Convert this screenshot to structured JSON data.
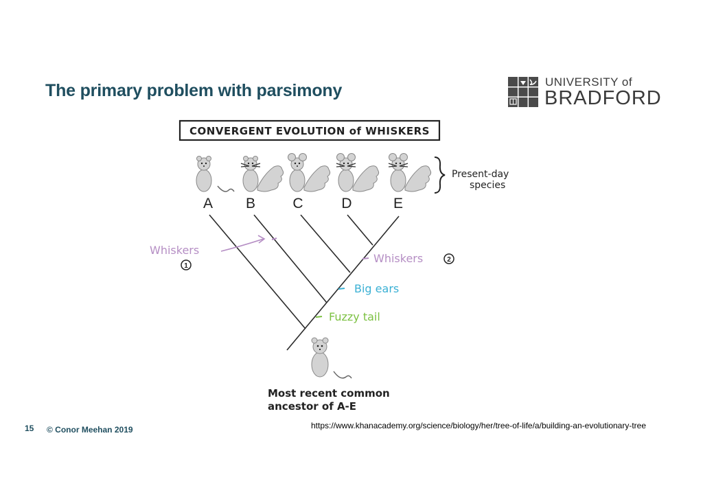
{
  "slide": {
    "title": "The primary problem with parsimony",
    "page_number": "15",
    "copyright": "© Conor Meehan 2019",
    "source_url": "https://www.khanacademy.org/science/biology/her/tree-of-life/a/building-an-evolutionary-tree"
  },
  "logo": {
    "line1": "UNIVERSITY of",
    "line2": "BRADFORD"
  },
  "diagram": {
    "heading": "CONVERGENT EVOLUTION of WHISKERS",
    "present_day_label_1": "Present-day",
    "present_day_label_2": "species",
    "species": [
      "A",
      "B",
      "C",
      "D",
      "E"
    ],
    "annotations": {
      "whiskers_1": "Whiskers",
      "whiskers_1_marker": "1",
      "whiskers_2": "Whiskers",
      "whiskers_2_marker": "2",
      "big_ears": "Big ears",
      "fuzzy_tail": "Fuzzy tail"
    },
    "ancestor_label_1": "Most recent common",
    "ancestor_label_2": "ancestor of A-E",
    "colors": {
      "whiskers": "#b58ec4",
      "big_ears": "#3ab0d4",
      "fuzzy_tail": "#7cc142",
      "tree": "#2b2b2b",
      "animal_fill": "#d3d3d3"
    }
  }
}
